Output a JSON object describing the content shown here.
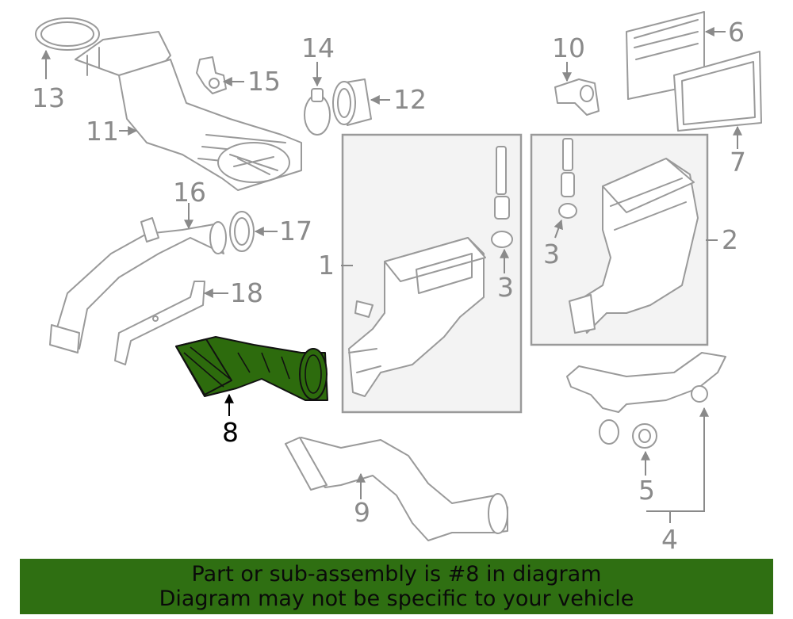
{
  "diagram": {
    "highlight_color": "#2d6b0d",
    "callouts": {
      "c1": "1",
      "c2": "2",
      "c3a": "3",
      "c3b": "3",
      "c4": "4",
      "c5": "5",
      "c6": "6",
      "c7": "7",
      "c8": "8",
      "c9": "9",
      "c10": "10",
      "c11": "11",
      "c12": "12",
      "c13": "13",
      "c14": "14",
      "c15": "15",
      "c16": "16",
      "c17": "17",
      "c18": "18"
    }
  },
  "banner": {
    "line1": "Part or sub-assembly is #8 in diagram",
    "line2": "Diagram may not be specific to your vehicle",
    "background": "#2f6f12"
  }
}
